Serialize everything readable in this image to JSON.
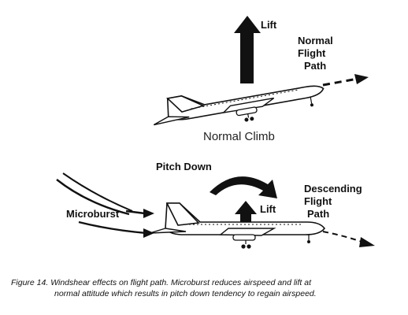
{
  "top": {
    "lift_label": "Lift",
    "path_label": [
      "Normal",
      "Flight",
      "Path"
    ],
    "heading": "Normal Climb"
  },
  "bottom": {
    "pitch_label": "Pitch Down",
    "lift_label": "Lift",
    "microburst_label": "Microburst",
    "path_label": [
      "Descending",
      "Flight",
      "Path"
    ]
  },
  "caption": {
    "line1": "Figure 14.  Windshear effects on flight path. Microburst reduces airspeed and lift at",
    "line2": "normal attitude which results in pitch down tendency to regain airspeed."
  }
}
